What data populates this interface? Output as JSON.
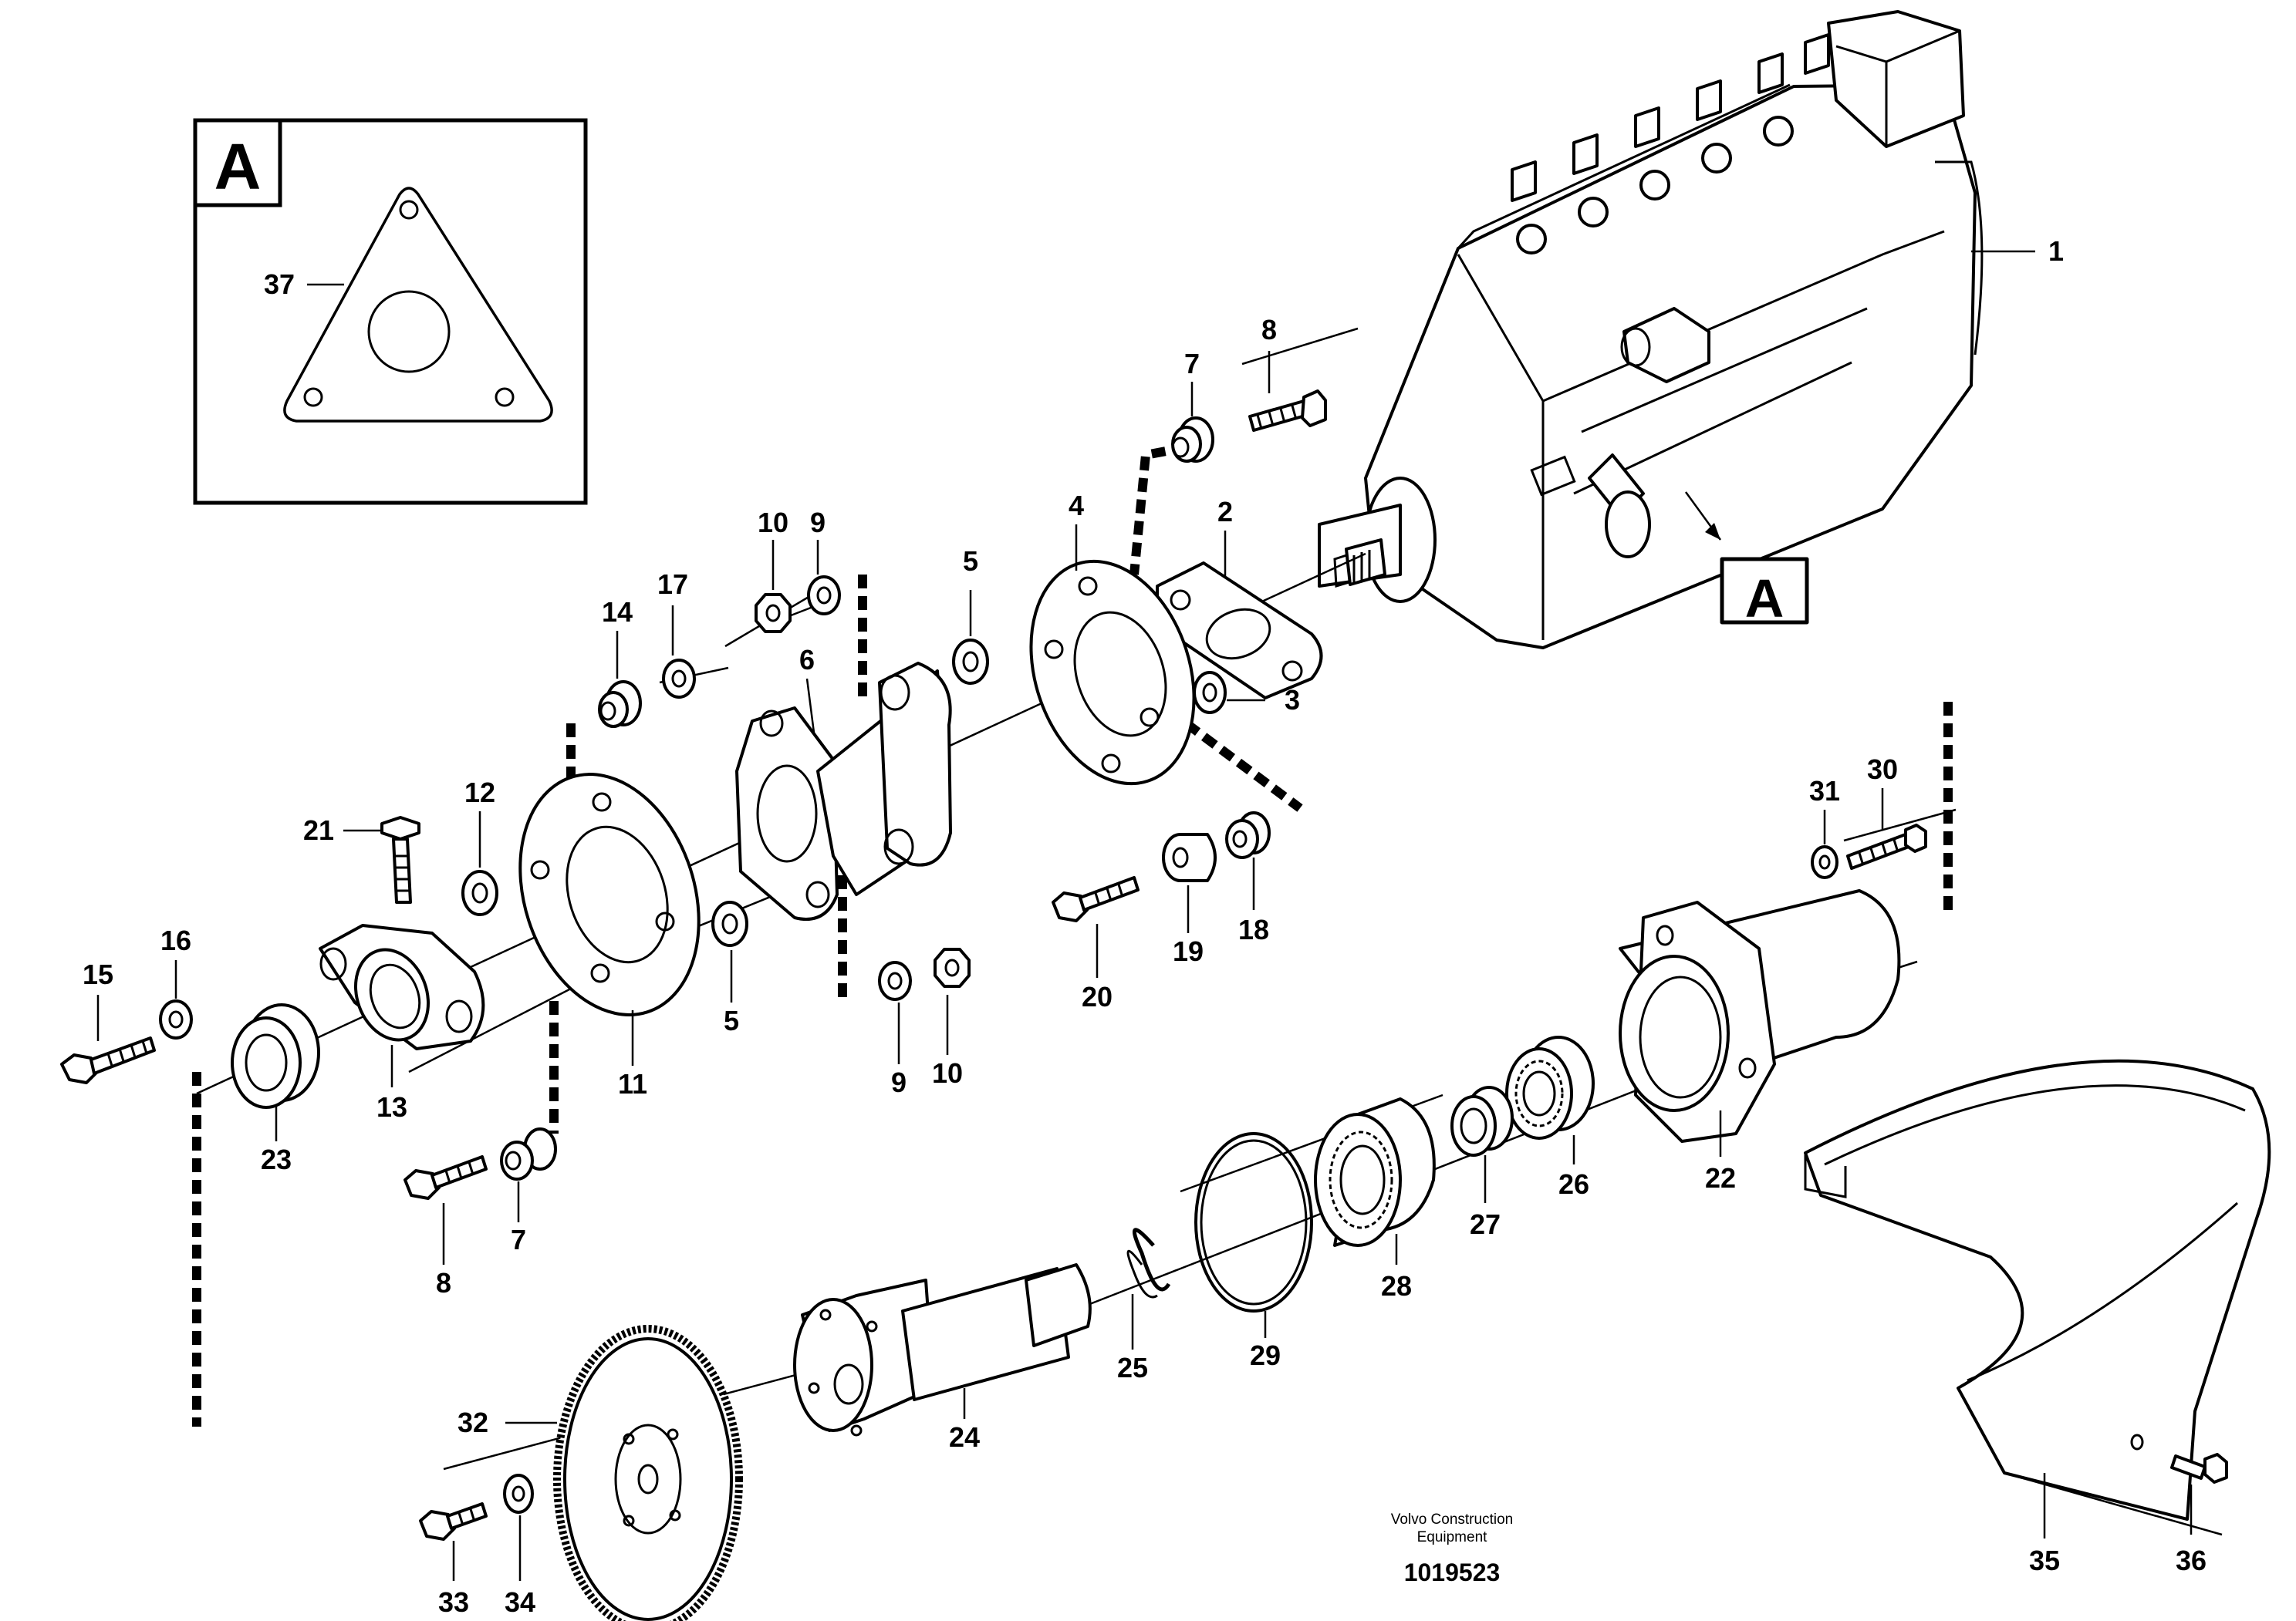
{
  "detail": {
    "box_letter": "A",
    "label": "37"
  },
  "pump_callout": {
    "letter": "A"
  },
  "labels": {
    "l1": "1",
    "l2": "2",
    "l3": "3",
    "l4": "4",
    "l5a": "5",
    "l5b": "5",
    "l6": "6",
    "l7a": "7",
    "l7b": "7",
    "l8a": "8",
    "l8b": "8",
    "l9a": "9",
    "l9b": "9",
    "l10a": "10",
    "l10b": "10",
    "l11": "11",
    "l12": "12",
    "l13": "13",
    "l14": "14",
    "l15": "15",
    "l16": "16",
    "l17": "17",
    "l18": "18",
    "l19": "19",
    "l20": "20",
    "l21": "21",
    "l22": "22",
    "l23": "23",
    "l24": "24",
    "l25": "25",
    "l26": "26",
    "l27": "27",
    "l28": "28",
    "l29": "29",
    "l30": "30",
    "l31": "31",
    "l32": "32",
    "l33": "33",
    "l34": "34",
    "l35": "35",
    "l36": "36"
  },
  "footer": {
    "brand_line1": "Volvo Construction",
    "brand_line2": "Equipment",
    "drawing_number": "1019523"
  }
}
